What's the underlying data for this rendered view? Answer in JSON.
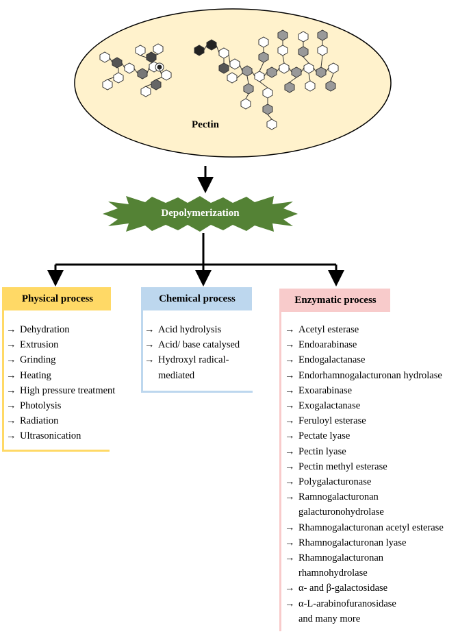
{
  "source": {
    "label": "Pectin"
  },
  "step": {
    "label": "Depolymerization"
  },
  "arrow_glyph": "→",
  "processes": {
    "physical": {
      "title": "Physical process",
      "color": "#ffd966",
      "items": [
        "Dehydration",
        "Extrusion",
        "Grinding",
        "Heating",
        "High pressure treatment",
        "Photolysis",
        "Radiation",
        "Ultrasonication"
      ]
    },
    "chemical": {
      "title": "Chemical process",
      "color": "#bdd7ee",
      "items": [
        "Acid hydrolysis",
        "Acid/ base catalysed",
        "Hydroxyl radical-",
        "mediated"
      ]
    },
    "enzymatic": {
      "title": "Enzymatic process",
      "color": "#f8cbcb",
      "items": [
        "Acetyl esterase",
        "Endoarabinase",
        "Endogalactanase",
        "Endorhamnogalacturonan hydrolase",
        "Exoarabinase",
        "Exogalactanase",
        "Feruloyl esterase",
        "Pectate lyase",
        "Pectin lyase",
        "Pectin methyl esterase",
        "Polygalacturonase",
        "Ramnogalacturonan",
        "galacturonohydrolase",
        "Rhamnogalacturonan acetyl esterase",
        "Rhamnogalacturonan lyase",
        "Rhamnogalacturonan",
        "rhamnohydrolase",
        "α- and β-galactosidase",
        "α-L-arabinofuranosidase",
        "and many more"
      ]
    }
  },
  "colors": {
    "ellipse_fill": "#fff2cc",
    "burst_fill": "#548235",
    "physical": "#ffd966",
    "chemical": "#bdd7ee",
    "enzymatic": "#f8cbcb"
  },
  "icons": {
    "molecule": "pectin-structure-drawing"
  }
}
